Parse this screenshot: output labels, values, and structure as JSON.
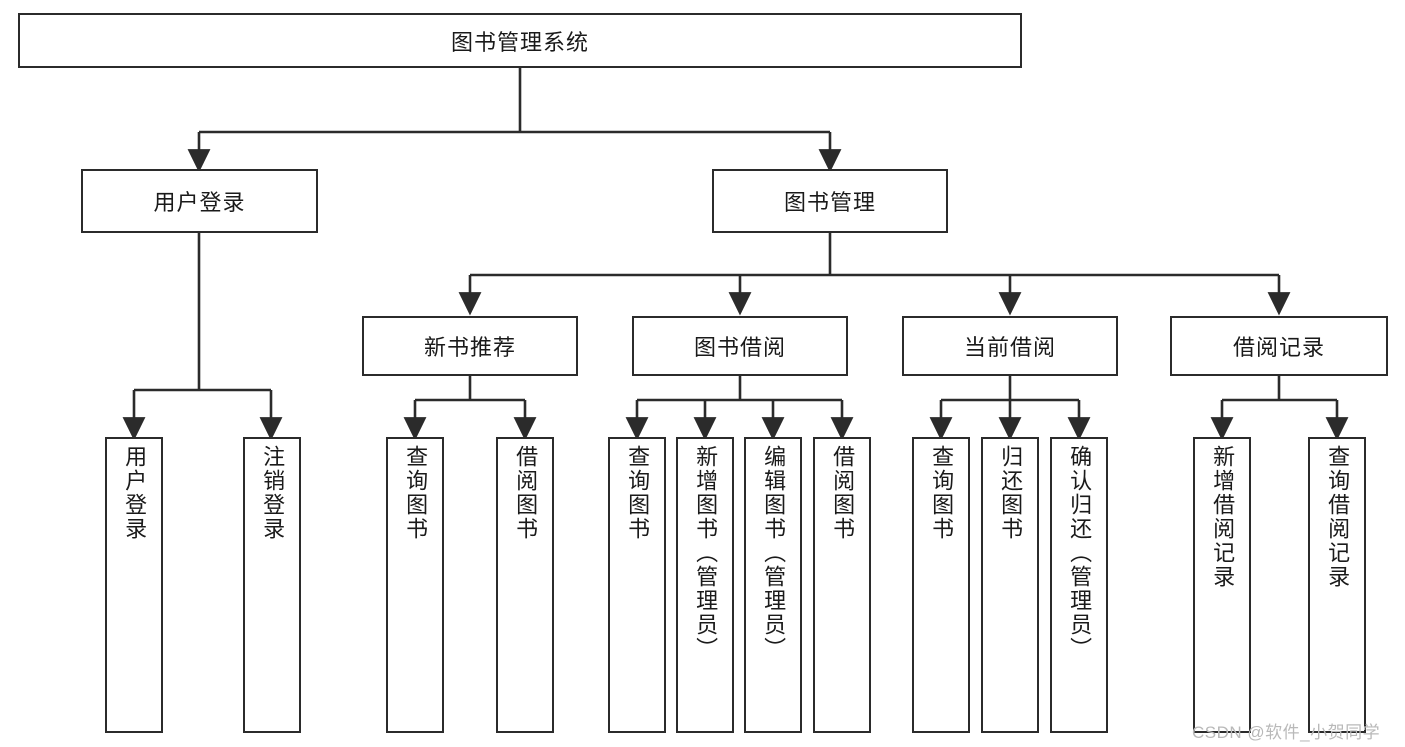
{
  "diagram": {
    "type": "tree-hierarchy-chart",
    "title": "图书管理系统",
    "colors": {
      "box_border": "#2b2b2b",
      "box_fill": "#ffffff",
      "connector": "#2b2b2b",
      "text": "#1a1a1a",
      "watermark": "#b9b9b9",
      "background": "#ffffff"
    },
    "root": {
      "label": "图书管理系统"
    },
    "level2": [
      {
        "id": "user-login",
        "label": "用户登录"
      },
      {
        "id": "book-management",
        "label": "图书管理"
      }
    ],
    "level3": [
      {
        "id": "new-book-recommend",
        "label": "新书推荐",
        "parent": "book-management"
      },
      {
        "id": "book-borrow",
        "label": "图书借阅",
        "parent": "book-management"
      },
      {
        "id": "current-borrow",
        "label": "当前借阅",
        "parent": "book-management"
      },
      {
        "id": "borrow-record",
        "label": "借阅记录",
        "parent": "book-management"
      }
    ],
    "leaves": [
      {
        "id": "leaf-user-login",
        "label": "用户登录",
        "parent": "user-login"
      },
      {
        "id": "leaf-logout-login",
        "label": "注销登录",
        "parent": "user-login"
      },
      {
        "id": "leaf-query-book-1",
        "label": "查询图书",
        "parent": "new-book-recommend"
      },
      {
        "id": "leaf-borrow-book-1",
        "label": "借阅图书",
        "parent": "new-book-recommend"
      },
      {
        "id": "leaf-query-book-2",
        "label": "查询图书",
        "parent": "book-borrow"
      },
      {
        "id": "leaf-add-book",
        "label": "新增图书（管理员）",
        "parent": "book-borrow"
      },
      {
        "id": "leaf-edit-book",
        "label": "编辑图书（管理员）",
        "parent": "book-borrow"
      },
      {
        "id": "leaf-borrow-book-2",
        "label": "借阅图书",
        "parent": "book-borrow"
      },
      {
        "id": "leaf-query-book-3",
        "label": "查询图书",
        "parent": "current-borrow"
      },
      {
        "id": "leaf-return-book",
        "label": "归还图书",
        "parent": "current-borrow"
      },
      {
        "id": "leaf-confirm-return",
        "label": "确认归还（管理员）",
        "parent": "current-borrow"
      },
      {
        "id": "leaf-add-record",
        "label": "新增借阅记录",
        "parent": "borrow-record"
      },
      {
        "id": "leaf-query-record",
        "label": "查询借阅记录",
        "parent": "borrow-record"
      }
    ],
    "watermark": "CSDN @软件_小贺同学"
  }
}
